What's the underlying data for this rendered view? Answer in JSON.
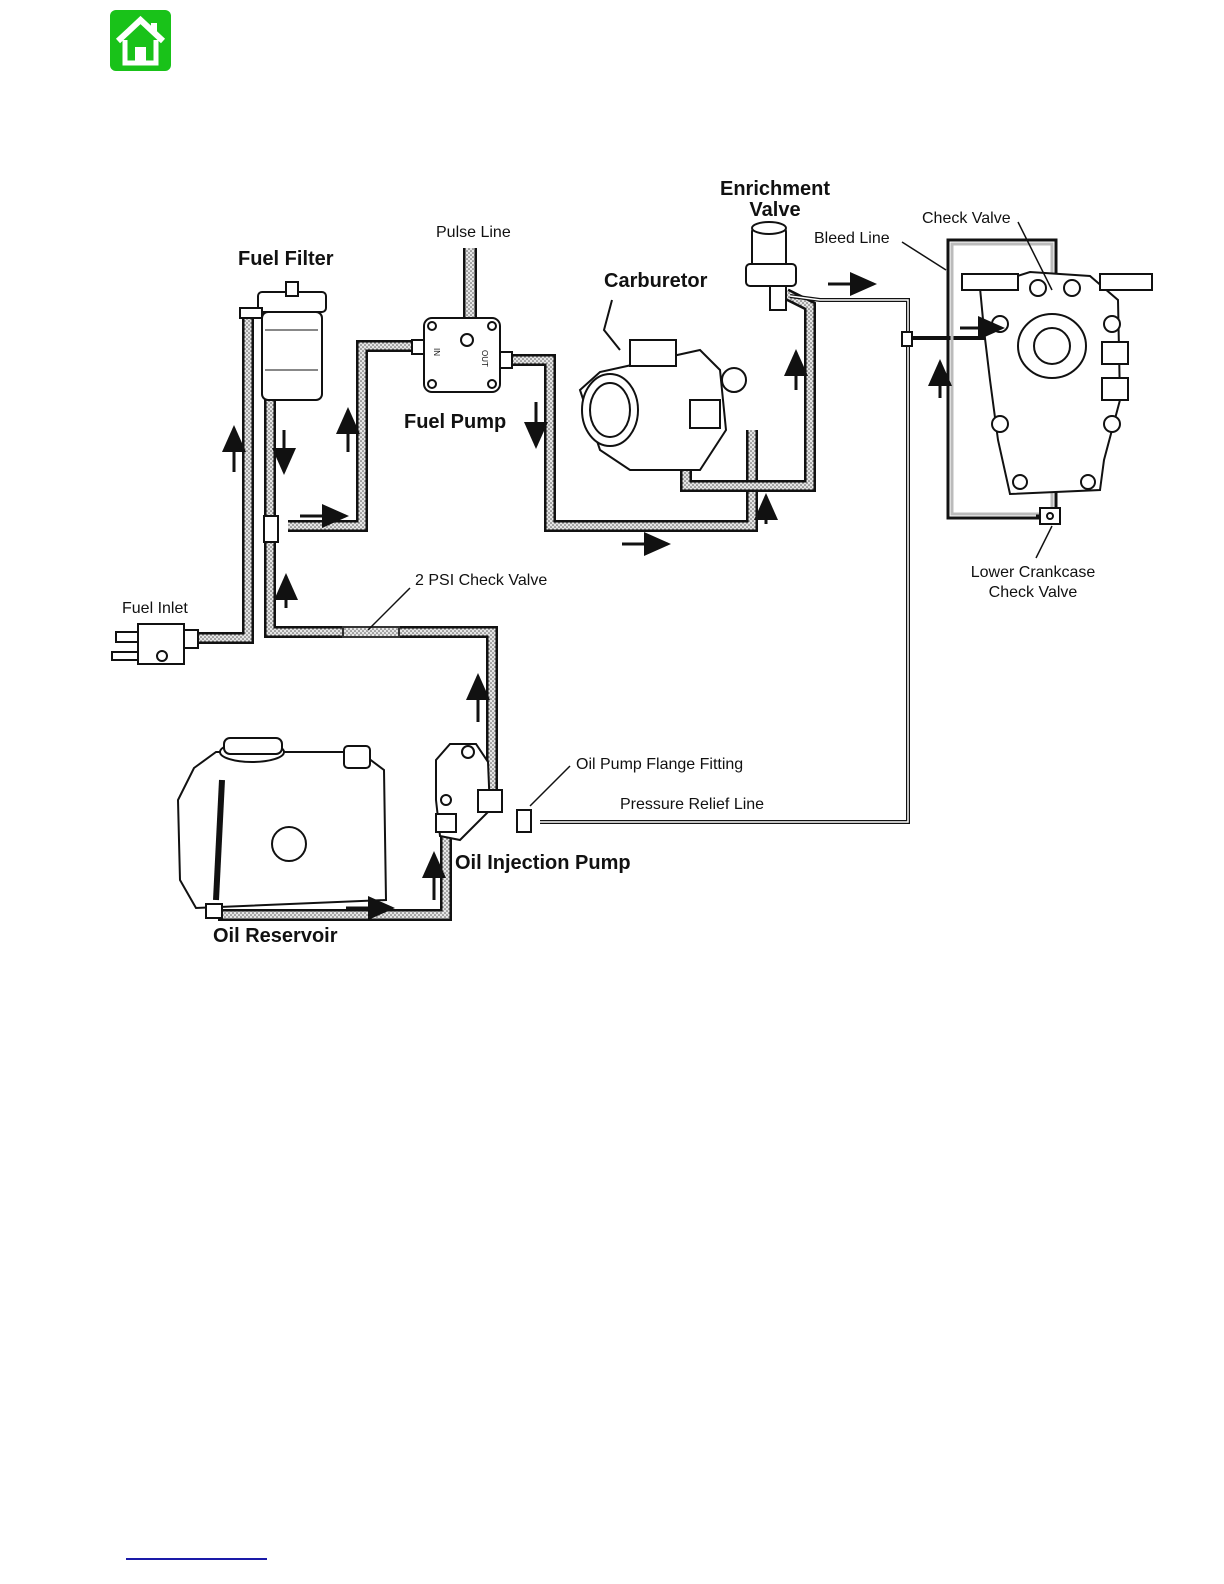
{
  "nav": {
    "home_icon": "home-icon",
    "home_color": "#19c219"
  },
  "diagram": {
    "labels": {
      "enrichment_valve_line1": "Enrichment",
      "enrichment_valve_line2": "Valve",
      "check_valve": "Check Valve",
      "bleed_line": "Bleed Line",
      "pulse_line": "Pulse Line",
      "fuel_filter": "Fuel Filter",
      "carburetor": "Carburetor",
      "fuel_pump": "Fuel Pump",
      "pump_in": "IN",
      "pump_out": "OUT",
      "psi_check_valve": "2 PSI Check Valve",
      "fuel_inlet": "Fuel Inlet",
      "lower_crankcase_line1": "Lower Crankcase",
      "lower_crankcase_line2": "Check Valve",
      "oil_pump_flange_fitting": "Oil Pump Flange Fitting",
      "pressure_relief_line": "Pressure Relief Line",
      "oil_injection_pump": "Oil Injection Pump",
      "oil_reservoir": "Oil Reservoir"
    }
  }
}
